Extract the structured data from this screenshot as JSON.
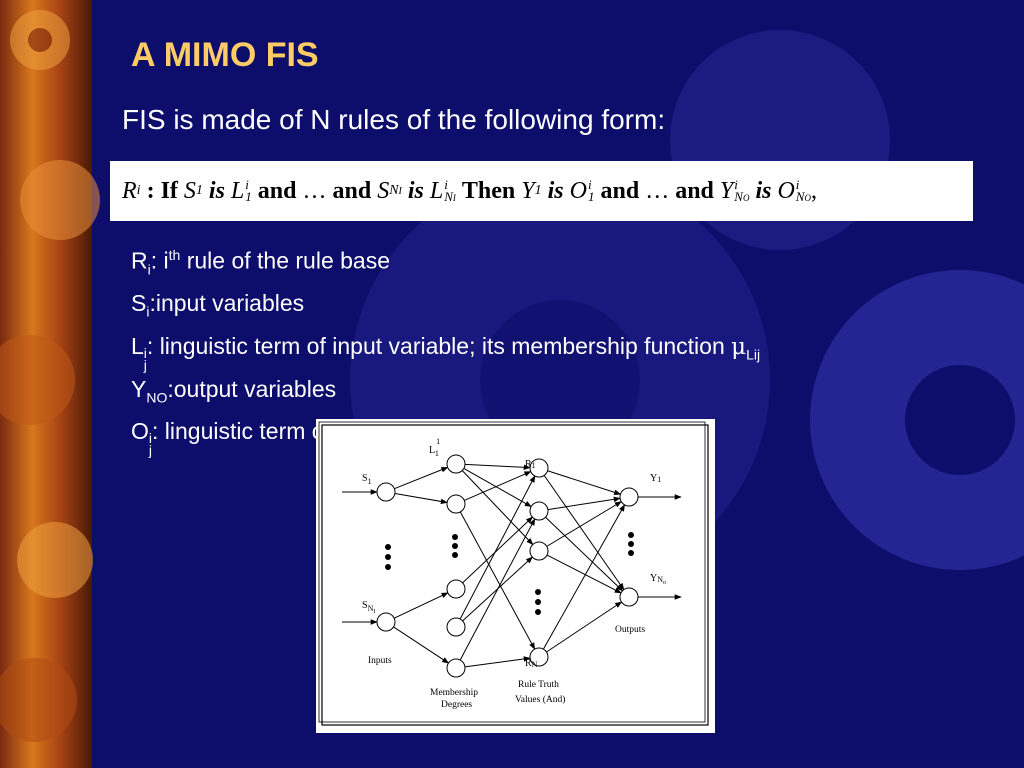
{
  "slide": {
    "title": "A MIMO FIS",
    "subtitle": "FIS is made of N rules of the following form:"
  },
  "formula": {
    "rule": "R",
    "rule_sub": "i",
    "if": "If",
    "is": "is",
    "and": "and",
    "dots": "…",
    "then": "Then",
    "S": "S",
    "L": "L",
    "Y": "Y",
    "O": "O",
    "sub_1": "1",
    "sup_i": "i",
    "sub_NI": "N",
    "sub_NI_small": "I",
    "sub_NO": "N",
    "sub_NO_small": "O",
    "end": ","
  },
  "definitions": [
    {
      "sym": "R",
      "sub": "i",
      "sep": ": i",
      "sup": "th",
      "text": " rule of the rule base"
    },
    {
      "sym": "S",
      "sub": "i",
      "text": ":input variables"
    },
    {
      "sym": "L",
      "sup": "i",
      "sub": "j",
      "text": ": linguistic term of input variable; its membership function ",
      "mu": "μ",
      "mu_sub": "Lij"
    },
    {
      "sym": "Y",
      "sub": "NO",
      "text": ":output variables"
    },
    {
      "sym": "O",
      "sup": "i",
      "sub": "j",
      "text": ": linguistic term of output variable"
    }
  ],
  "diagram": {
    "input_top": "S",
    "input_top_sub": "1",
    "input_bottom": "S",
    "input_bottom_sub": "N",
    "input_bottom_sub2": "I",
    "membership_top": "L",
    "membership_top_sup": "1",
    "membership_top_sub": "1",
    "rule_top": "R",
    "rule_top_sub": "1",
    "rule_bottom": "R",
    "rule_bottom_sub": "N",
    "output_top": "Y",
    "output_top_sub": "1",
    "output_bottom": "Y",
    "output_bottom_sub": "N",
    "output_bottom_sub2": "o",
    "label_inputs": "Inputs",
    "label_membership_1": "Membership",
    "label_membership_2": "Degrees",
    "label_rule_1": "Rule Truth",
    "label_rule_2": "Values (And)",
    "label_outputs": "Outputs"
  },
  "theme": {
    "background": "#0d0d6b",
    "title_color": "#ffcc66",
    "text_color": "#ffffff",
    "gear_color": "#2a2aa0"
  }
}
